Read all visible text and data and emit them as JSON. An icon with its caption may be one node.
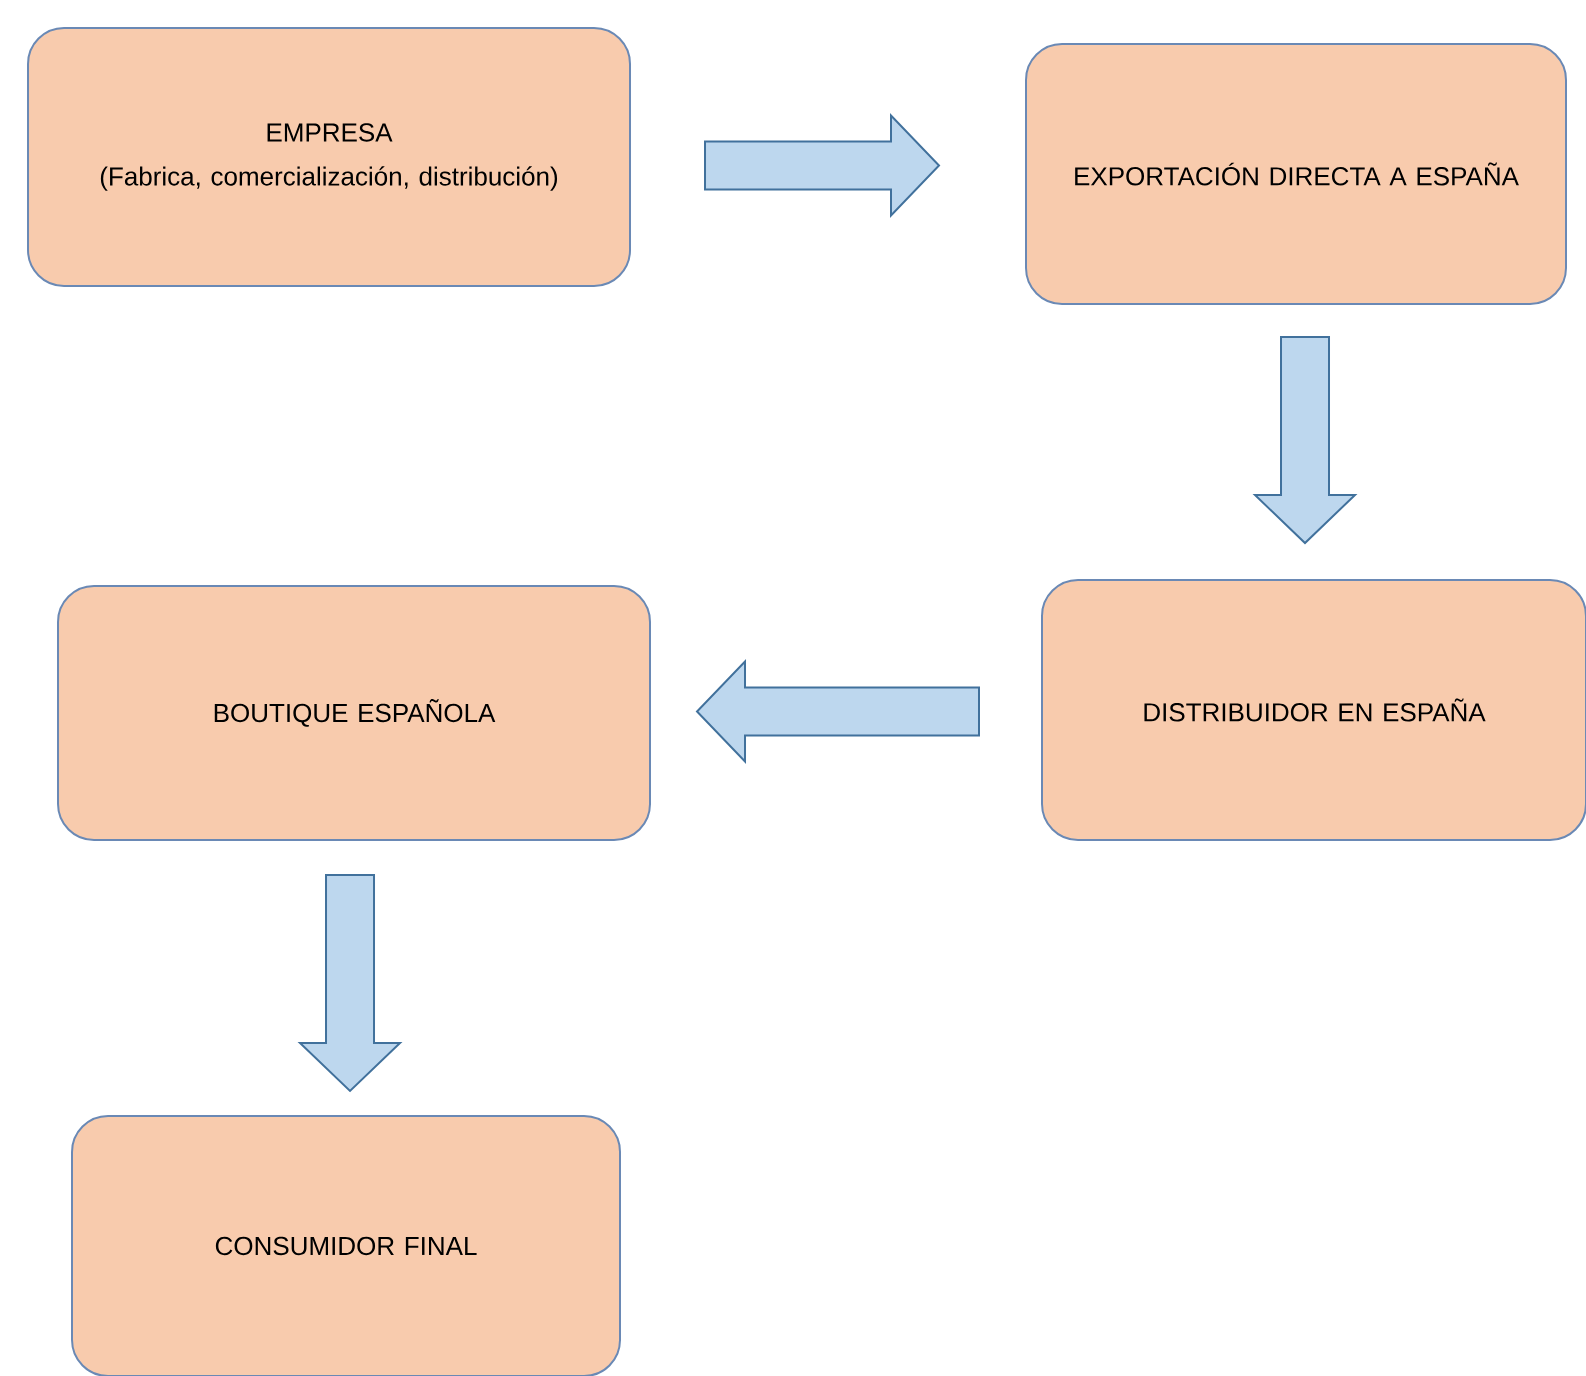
{
  "diagram": {
    "nodes": [
      {
        "text": [
          "EMPRESA",
          "(Fabrica, comercialización, distribución)"
        ]
      },
      {
        "text": [
          "EXPORTACIÓN DIRECTA A ESPAÑA"
        ]
      },
      {
        "text": [
          "DISTRIBUIDOR EN ESPAÑA"
        ]
      },
      {
        "text": [
          "BOUTIQUE ESPAÑOLA"
        ]
      },
      {
        "text": [
          "CONSUMIDOR FINAL"
        ]
      }
    ],
    "edges": [
      {
        "from": 0,
        "to": 1,
        "arrow": "to"
      },
      {
        "from": 1,
        "to": 2,
        "arrow": "to"
      },
      {
        "from": 2,
        "to": 3,
        "arrow": "to"
      },
      {
        "from": 3,
        "to": 4,
        "arrow": "to"
      }
    ]
  }
}
